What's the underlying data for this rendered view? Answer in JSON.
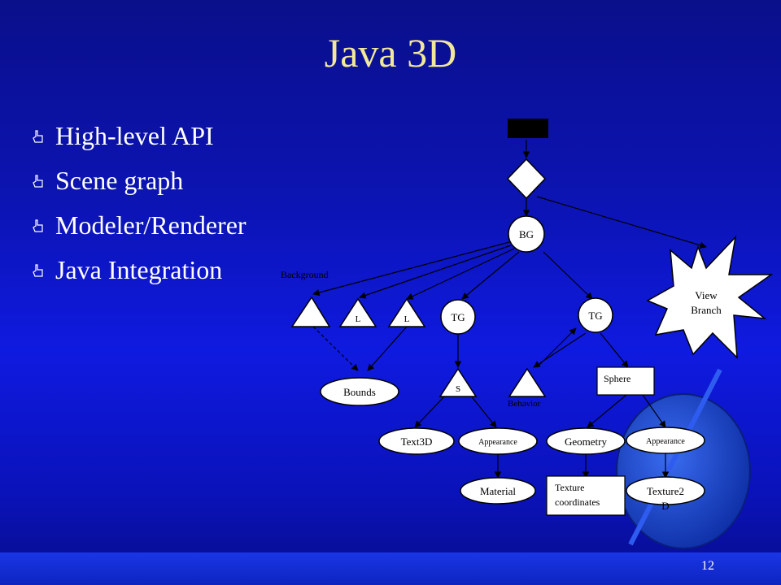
{
  "slide": {
    "title": "Java 3D",
    "bullets": [
      {
        "label": "High-level API"
      },
      {
        "label": "Scene graph"
      },
      {
        "label": "Modeler/Renderer"
      },
      {
        "label": "Java Integration"
      }
    ],
    "page_number": "12",
    "bullet_icon": "hand-pointer-icon",
    "colors": {
      "title": "#f2e89a",
      "text": "#ffffff",
      "background": "#0c14b4",
      "diagram_fill": "#ffffff"
    }
  },
  "diagram": {
    "nodes": {
      "bg": "BG",
      "background": "Background",
      "light1": "L",
      "light2": "L",
      "tg1": "TG",
      "tg2": "TG",
      "bounds": "Bounds",
      "shape": "S",
      "behavior": "Behavior",
      "sphere": "Sphere",
      "text3d": "Text3D",
      "appearance1": "Appearance",
      "geometry": "Geometry",
      "appearance2": "Appearance",
      "material": "Material",
      "texture_coords_line1": "Texture",
      "texture_coords_line2": "coordinates",
      "texture2d_line1": "Texture2",
      "texture2d_line2": "D",
      "view_branch_line1": "View",
      "view_branch_line2": "Branch"
    }
  }
}
